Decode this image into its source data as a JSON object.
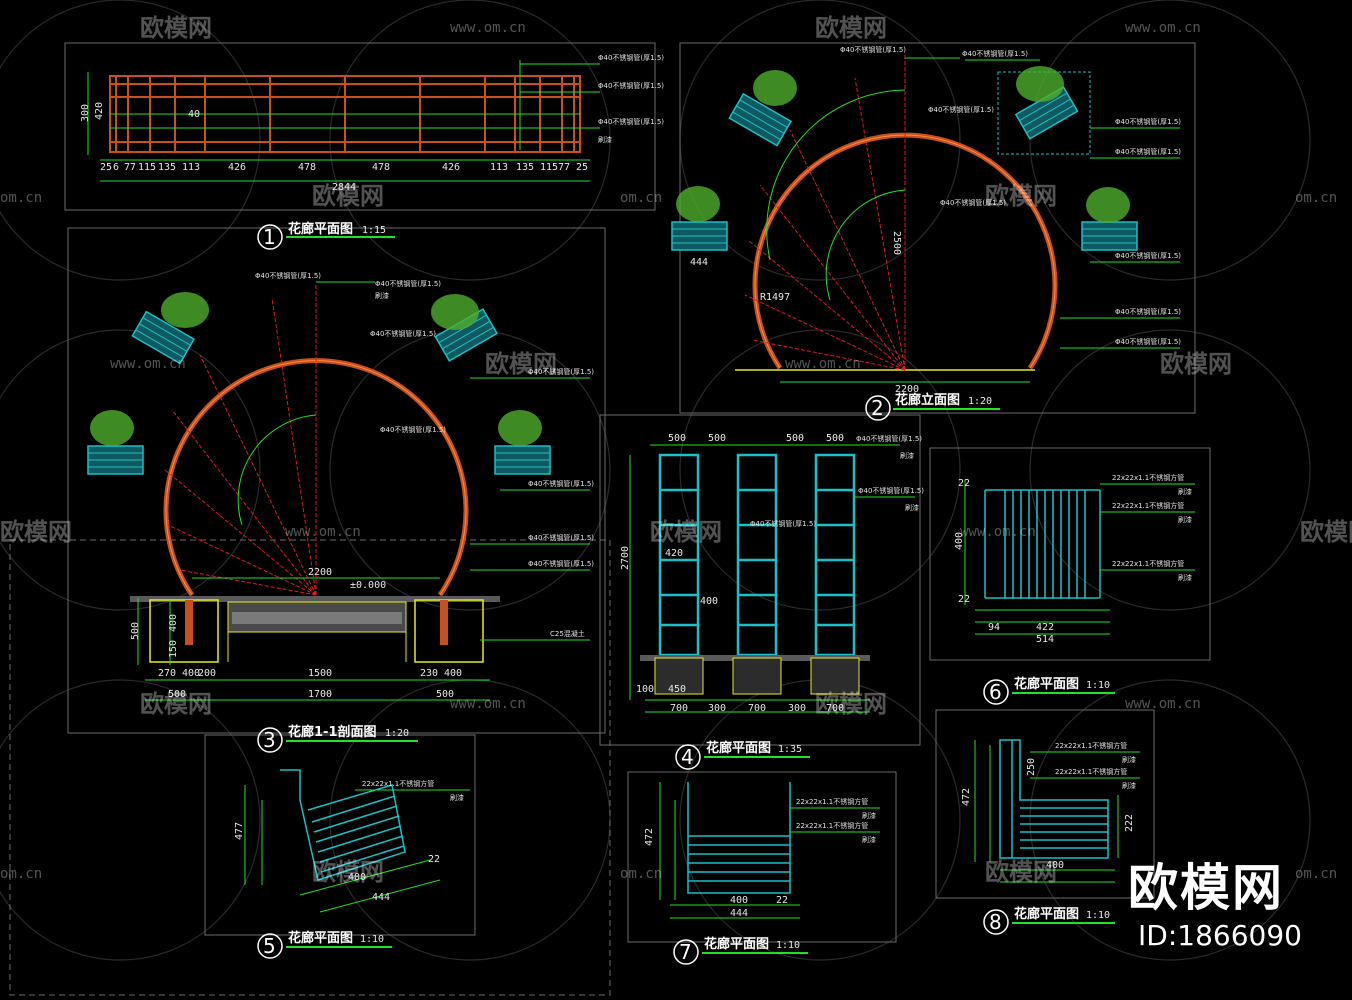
{
  "drawings": [
    {
      "number": "1",
      "title": "花廊平面图",
      "scale": "1:15"
    },
    {
      "number": "2",
      "title": "花廊立面图",
      "scale": "1:20"
    },
    {
      "number": "3",
      "title": "花廊1-1剖面图",
      "scale": "1:20"
    },
    {
      "number": "4",
      "title": "花廊平面图",
      "scale": "1:35"
    },
    {
      "number": "5",
      "title": "花廊平面图",
      "scale": "1:10"
    },
    {
      "number": "6",
      "title": "花廊平面图",
      "scale": "1:10"
    },
    {
      "number": "7",
      "title": "花廊平面图",
      "scale": "1:10"
    },
    {
      "number": "8",
      "title": "花廊平面图",
      "scale": "1:10"
    }
  ],
  "plan_dims": {
    "overall": "2844",
    "bottom": [
      "25",
      "6",
      "77",
      "115",
      "135",
      "113",
      "426",
      "478",
      "478",
      "426",
      "113",
      "135",
      "115",
      "77",
      "25"
    ],
    "left": [
      "300",
      "420",
      "40"
    ],
    "inner": "40"
  },
  "elevation_dims": {
    "width": "2200",
    "height": "2500",
    "radius": "R1497",
    "panel": "444"
  },
  "section_dims": {
    "width": "2200",
    "level": "±0.000",
    "depth": [
      "500",
      "400",
      "150"
    ],
    "bottom1": [
      "270",
      "400",
      "200",
      "1500",
      "230",
      "400"
    ],
    "bottom2": [
      "1700",
      "500",
      "500"
    ]
  },
  "frame_dims": {
    "top": [
      "500",
      "500",
      "500",
      "500"
    ],
    "left": [
      "2700",
      "420",
      "400"
    ],
    "bottom": [
      "100",
      "450",
      "700",
      "300",
      "700",
      "300",
      "700"
    ]
  },
  "panel_dims": {
    "d6": [
      "22",
      "400",
      "22",
      "422",
      "514",
      "94"
    ],
    "d7": [
      "472",
      "400",
      "444",
      "22"
    ],
    "d8": [
      "472",
      "250",
      "222",
      "400"
    ],
    "d5": [
      "444",
      "400",
      "22",
      "477"
    ]
  },
  "notes": {
    "pipe": "Φ40不锈钢管(厚1.5)",
    "coat": "刷漆",
    "slat": "22x22x1.1不锈钢方管",
    "base": "C25混凝土"
  },
  "watermark": {
    "brand": "欧模网",
    "url": "www.om.cn",
    "url_short": "om.cn"
  },
  "brand_label": {
    "name": "欧模网",
    "id": "ID:1866090"
  },
  "colors": {
    "background": "#000000",
    "wood": "#c8501c",
    "steel": "#19c0c8",
    "dims": "#22e022",
    "leaders": "#e01c1c",
    "plant": "#4fae2c"
  }
}
